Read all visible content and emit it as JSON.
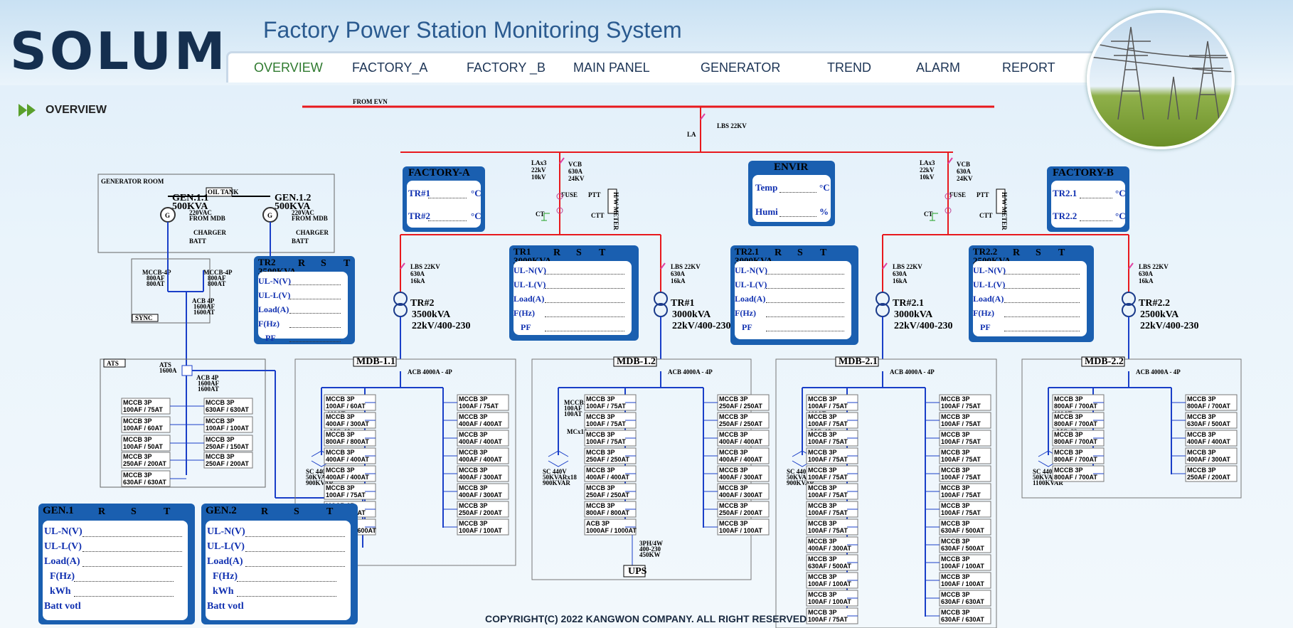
{
  "header": {
    "logo": "SOLUM",
    "system_title": "Factory Power Station Monitoring System",
    "nav": [
      "OVERVIEW",
      "FACTORY_A",
      "FACTORY _B",
      "MAIN PANEL",
      "GENERATOR",
      "TREND",
      "ALARM",
      "REPORT"
    ],
    "active_nav": "OVERVIEW"
  },
  "page_title": "OVERVIEW",
  "copyright": "COPYRIGHT(C) 2022 KANGWON COMPANY. ALL RIGHT RESERVED",
  "main_line": {
    "label": "FROM EVN",
    "la": "LA",
    "lbs": "LBS 22KV"
  },
  "feeders": {
    "left": {
      "la": [
        "LAx3",
        "22kV",
        "10kV"
      ],
      "vcb": [
        "VCB",
        "630A",
        "24KV"
      ],
      "fuse": "FUSE",
      "ptt": "PTT",
      "ct": "CT",
      "ctt": "CTT",
      "meter": "H/W METER"
    },
    "right": {
      "la": [
        "LAx3",
        "22kV",
        "10kV"
      ],
      "vcb": [
        "VCB",
        "630A",
        "24KV"
      ],
      "fuse": "FUSE",
      "ptt": "PTT",
      "ct": "CT",
      "ctt": "CTT",
      "meter": "H/W METER"
    }
  },
  "temp_panels": {
    "factory_a": {
      "title": "FACTORY-A",
      "rows": [
        {
          "label": "TR#1",
          "unit": "°C"
        },
        {
          "label": "TR#2",
          "unit": "°C"
        }
      ]
    },
    "envir": {
      "title": "ENVIR",
      "rows": [
        {
          "label": "Temp",
          "unit": "°C"
        },
        {
          "label": "Humi",
          "unit": "%"
        }
      ]
    },
    "factory_b": {
      "title": "FACTORY-B",
      "rows": [
        {
          "label": "TR2.1",
          "unit": "°C"
        },
        {
          "label": "TR2.2",
          "unit": "°C"
        }
      ]
    }
  },
  "tr_panels": [
    {
      "title": "TR2",
      "sub": "3500KVA"
    },
    {
      "title": "TR1",
      "sub": "3000KVA"
    },
    {
      "title": "TR2.1",
      "sub": "3000KVA"
    },
    {
      "title": "TR2.2",
      "sub": "2500KVA"
    }
  ],
  "tr_rows": [
    "UL-N(V)",
    "UL-L(V)",
    "Load(A)",
    "F(Hz)",
    "PF"
  ],
  "rst": [
    "R",
    "S",
    "T"
  ],
  "transformers": [
    {
      "name": "TR#2",
      "kva": "3500kVA",
      "ratio": "22kV/400-230",
      "lbs": [
        "LBS 22KV",
        "630A",
        "16kA"
      ]
    },
    {
      "name": "TR#1",
      "kva": "3000kVA",
      "ratio": "22kV/400-230",
      "lbs": [
        "LBS 22KV",
        "630A",
        "16kA"
      ]
    },
    {
      "name": "TR#2.1",
      "kva": "3000kVA",
      "ratio": "22kV/400-230",
      "lbs": [
        "LBS 22KV",
        "630A",
        "16kA"
      ]
    },
    {
      "name": "TR#2.2",
      "kva": "2500kVA",
      "ratio": "22kV/400-230",
      "lbs": [
        "LBS 22KV",
        "630A",
        "16kA"
      ]
    }
  ],
  "generator_room": {
    "title": "GENERATOR ROOM",
    "oil_tank": "OIL TANK",
    "gens": [
      {
        "name": "GEN.1.1",
        "kva": "500KVA"
      },
      {
        "name": "GEN.1.2",
        "kva": "500KVA"
      }
    ],
    "supply": [
      "220VAC",
      "FROM MDB"
    ],
    "charger": "CHARGER",
    "batt": "BATT",
    "mccb": [
      [
        "MCCB-4P",
        "800AF",
        "800AT"
      ],
      [
        "MCCB-4P",
        "800AF",
        "800AT"
      ]
    ],
    "acb": [
      "ACB 4P",
      "1600AF",
      "1600AT"
    ],
    "sync": "SYNC"
  },
  "ats": {
    "title": "ATS",
    "ats_label": [
      "ATS",
      "1600A"
    ],
    "acb": [
      "ACB 4P",
      "1600AF",
      "1600AT"
    ],
    "breakers": [
      [
        "MCCB 3P",
        "100AF / 75AT"
      ],
      [
        "MCCB 3P",
        "630AF / 630AT"
      ],
      [
        "MCCB 3P",
        "100AF / 60AT"
      ],
      [
        "MCCB 3P",
        "100AF / 100AT"
      ],
      [
        "MCCB 3P",
        "100AF / 50AT"
      ],
      [
        "MCCB 3P",
        "250AF / 150AT"
      ],
      [
        "MCCB 3P",
        "250AF / 200AT"
      ],
      [
        "MCCB 3P",
        "250AF / 200AT"
      ],
      [
        "MCCB 3P",
        "630AF / 630AT"
      ]
    ]
  },
  "mdbs": [
    {
      "title": "MDB-1.1",
      "acb": "ACB 4000A - 4P",
      "cap": [
        "MCCBx18",
        "100AF",
        "100AT"
      ],
      "mc": "MCx18",
      "sc": [
        "SC 440V",
        "50KVARx18",
        "900KVAR"
      ],
      "left": [
        [
          "MCCB 3P",
          "100AF / 60AT"
        ],
        [
          "MCCB 3P",
          "400AF / 300AT"
        ],
        [
          "MCCB 3P",
          "800AF / 800AT"
        ],
        [
          "MCCB 3P",
          "400AF / 400AT"
        ],
        [
          "MCCB 3P",
          "400AF / 400AT"
        ],
        [
          "MCCB 3P",
          "100AF / 75AT"
        ],
        [
          "MCCB 3P",
          "100AF / 75AT"
        ],
        [
          "ACB 4P",
          "1600AF / 1600AT"
        ]
      ],
      "right": [
        [
          "MCCB 3P",
          "100AF / 75AT"
        ],
        [
          "MCCB 3P",
          "400AF / 400AT"
        ],
        [
          "MCCB 3P",
          "400AF / 400AT"
        ],
        [
          "MCCB 3P",
          "400AF / 400AT"
        ],
        [
          "MCCB 3P",
          "400AF / 300AT"
        ],
        [
          "MCCB 3P",
          "400AF / 300AT"
        ],
        [
          "MCCB 3P",
          "250AF / 200AT"
        ],
        [
          "MCCB 3P",
          "100AF / 100AT"
        ]
      ]
    },
    {
      "title": "MDB-1.2",
      "acb": "ACB 4000A - 4P",
      "cap": [
        "MCCBx18",
        "100AF",
        "100AT"
      ],
      "mc": "MCx18",
      "sc": [
        "SC 440V",
        "50KVARx18",
        "900KVAR"
      ],
      "left": [
        [
          "MCCB 3P",
          "100AF / 75AT"
        ],
        [
          "MCCB 3P",
          "100AF / 75AT"
        ],
        [
          "MCCB 3P",
          "100AF / 75AT"
        ],
        [
          "MCCB 3P",
          "250AF / 250AT"
        ],
        [
          "MCCB 3P",
          "400AF / 400AT"
        ],
        [
          "MCCB 3P",
          "250AF / 250AT"
        ],
        [
          "MCCB 3P",
          "800AF / 800AT"
        ],
        [
          "ACB 3P",
          "1000AF / 1000AT"
        ]
      ],
      "right": [
        [
          "MCCB 3P",
          "250AF / 250AT"
        ],
        [
          "MCCB 3P",
          "250AF / 250AT"
        ],
        [
          "MCCB 3P",
          "400AF / 400AT"
        ],
        [
          "MCCB 3P",
          "400AF / 400AT"
        ],
        [
          "MCCB 3P",
          "400AF / 300AT"
        ],
        [
          "MCCB 3P",
          "400AF / 300AT"
        ],
        [
          "MCCB 3P",
          "250AF / 200AT"
        ],
        [
          "MCCB 3P",
          "100AF / 100AT"
        ]
      ],
      "ups_note": [
        "3PH/4W",
        "400-230",
        "450KW"
      ],
      "ups": "UPS"
    },
    {
      "title": "MDB-2.1",
      "acb": "ACB 4000A - 4P",
      "cap": [
        "MCCBx18",
        "100AF",
        "100AT"
      ],
      "mc": "MCx18",
      "sc": [
        "SC 440V",
        "50KVARx18",
        "900KVAR"
      ],
      "left": [
        [
          "MCCB 3P",
          "100AF / 75AT"
        ],
        [
          "MCCB 3P",
          "100AF / 75AT"
        ],
        [
          "MCCB 3P",
          "100AF / 75AT"
        ],
        [
          "MCCB 3P",
          "100AF / 75AT"
        ],
        [
          "MCCB 3P",
          "100AF / 75AT"
        ],
        [
          "MCCB 3P",
          "100AF / 75AT"
        ],
        [
          "MCCB 3P",
          "100AF / 75AT"
        ],
        [
          "MCCB 3P",
          "100AF / 75AT"
        ],
        [
          "MCCB 3P",
          "400AF / 300AT"
        ],
        [
          "MCCB 3P",
          "630AF / 500AT"
        ],
        [
          "MCCB 3P",
          "100AF / 100AT"
        ],
        [
          "MCCB 3P",
          "100AF / 100AT"
        ],
        [
          "MCCB 3P",
          "100AF / 75AT"
        ]
      ],
      "right": [
        [
          "MCCB 3P",
          "100AF / 75AT"
        ],
        [
          "MCCB 3P",
          "100AF / 75AT"
        ],
        [
          "MCCB 3P",
          "100AF / 75AT"
        ],
        [
          "MCCB 3P",
          "100AF / 75AT"
        ],
        [
          "MCCB 3P",
          "100AF / 75AT"
        ],
        [
          "MCCB 3P",
          "100AF / 75AT"
        ],
        [
          "MCCB 3P",
          "100AF / 75AT"
        ],
        [
          "MCCB 3P",
          "630AF / 500AT"
        ],
        [
          "MCCB 3P",
          "630AF / 500AT"
        ],
        [
          "MCCB 3P",
          "100AF / 100AT"
        ],
        [
          "MCCB 3P",
          "100AF / 100AT"
        ],
        [
          "MCCB 3P",
          "630AF / 630AT"
        ],
        [
          "MCCB 3P",
          "630AF / 630AT"
        ]
      ]
    },
    {
      "title": "MDB-2.2",
      "acb": "ACB 4000A - 4P",
      "cap": [
        "MCCBx22",
        "100AF",
        "100AT"
      ],
      "mc": "MCx22",
      "sc": [
        "SC 440V",
        "50KVARx22",
        "1100KVAR"
      ],
      "left": [
        [
          "MCCB 3P",
          "800AF / 700AT"
        ],
        [
          "MCCB 3P",
          "800AF / 700AT"
        ],
        [
          "MCCB 3P",
          "800AF / 700AT"
        ],
        [
          "MCCB 3P",
          "800AF / 700AT"
        ],
        [
          "MCCB 3P",
          "800AF / 700AT"
        ]
      ],
      "right": [
        [
          "MCCB 3P",
          "800AF / 700AT"
        ],
        [
          "MCCB 3P",
          "630AF / 500AT"
        ],
        [
          "MCCB 3P",
          "400AF / 400AT"
        ],
        [
          "MCCB 3P",
          "400AF / 300AT"
        ],
        [
          "MCCB 3P",
          "250AF / 200AT"
        ]
      ]
    }
  ],
  "gen_panels": [
    {
      "title": "GEN.1"
    },
    {
      "title": "GEN.2"
    }
  ],
  "gen_rows": [
    "UL-N(V)",
    "UL-L(V)",
    "Load(A)",
    "F(Hz)",
    "kWh",
    "Batt votl"
  ],
  "colors": {
    "busbar": "#e8191d",
    "panel": "#1a5fb0",
    "wire": "#1a3fc8",
    "text_blue": "#1030b0"
  }
}
